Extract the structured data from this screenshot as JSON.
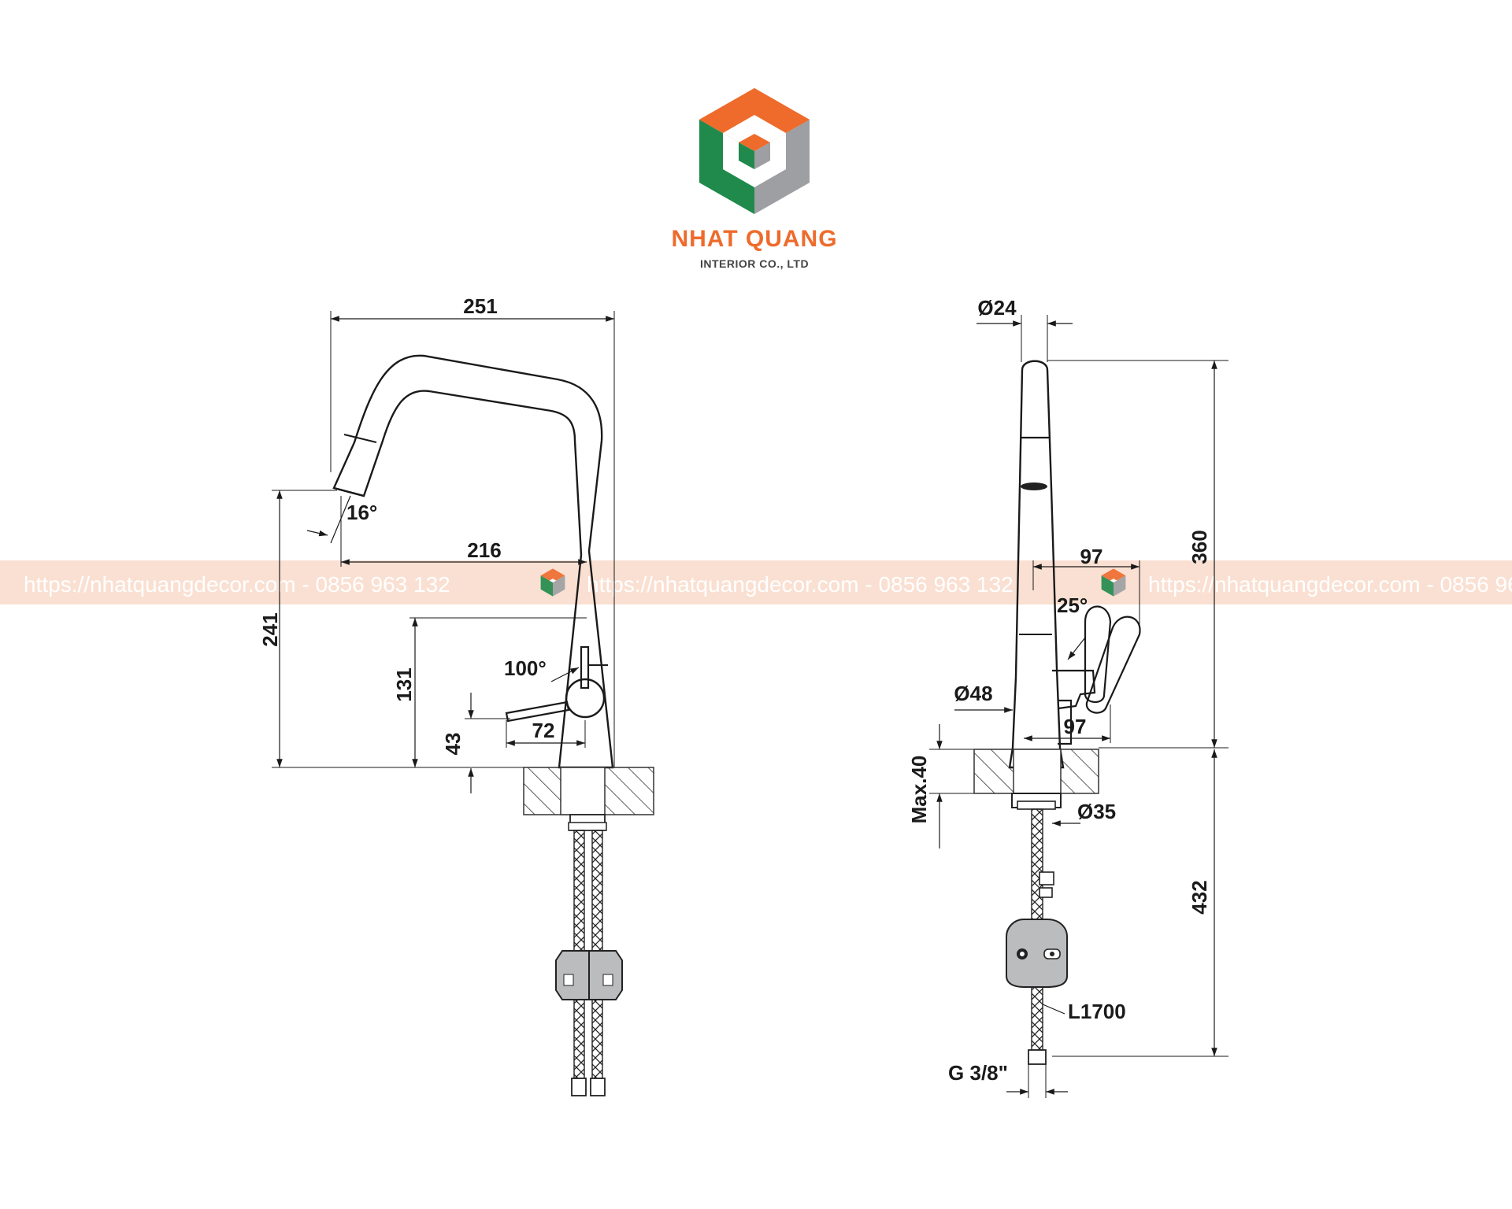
{
  "brand": {
    "name": "NHAT QUANG",
    "sub": "INTERIOR CO., LTD",
    "orange": "#ee6b2c",
    "green": "#1f8a4c",
    "grey": "#9d9fa2"
  },
  "watermark": {
    "text": "https://nhatquangdecor.com - 0856 963 132",
    "band_color": "#f6c7ad"
  },
  "side_view": {
    "dims": {
      "total_width": "251",
      "spout_reach": "216",
      "spout_angle": "16°",
      "spout_height": "241",
      "lever_height": "131",
      "lever_angle": "100°",
      "lever_reach": "72",
      "base_height": "43"
    }
  },
  "front_view": {
    "dims": {
      "tip_dia": "Ø24",
      "total_height": "360",
      "lever_reach_top": "97",
      "lever_angle": "25°",
      "body_dia": "Ø48",
      "lever_reach_bottom": "97",
      "max_deck": "Max.40",
      "shank_dia": "Ø35",
      "hose_length": "432",
      "hose_label": "L1700",
      "thread": "G 3/8\""
    }
  }
}
